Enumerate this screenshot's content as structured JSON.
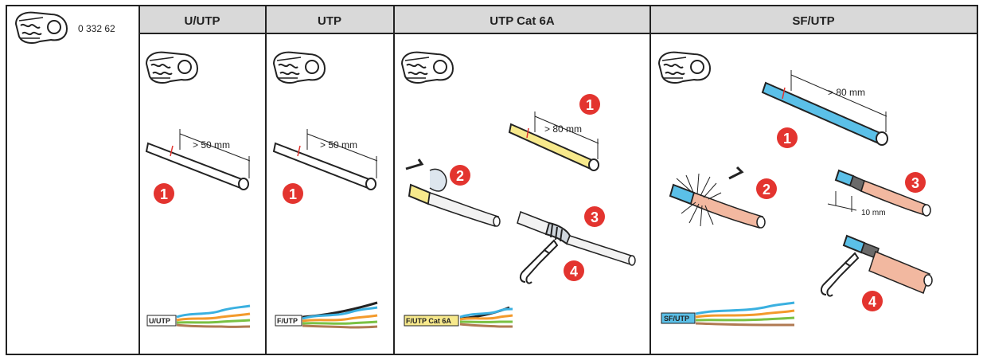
{
  "product_ref": "0 332 62",
  "columns": [
    {
      "header": "U/UTP",
      "length_label": "> 50 mm",
      "steps": [
        "1"
      ],
      "cable_label": "U/UTP"
    },
    {
      "header": "UTP",
      "length_label": "> 50 mm",
      "steps": [
        "1"
      ],
      "cable_label": "F/UTP"
    },
    {
      "header": "UTP Cat 6A",
      "length_label": "> 80 mm",
      "steps": [
        "1",
        "2",
        "3",
        "4"
      ],
      "cable_label": "F/UTP Cat 6A"
    },
    {
      "header": "SF/UTP",
      "length_label": "> 80 mm",
      "dimension_label": "10 mm",
      "steps": [
        "1",
        "2",
        "3",
        "4"
      ],
      "cable_label": "SF/UTP"
    }
  ],
  "colors": {
    "header_bg": "#d9d9d9",
    "step_badge": "#e3342f",
    "foil_yellow": "#f7e98c",
    "shield_blue": "#5bc0e8",
    "copper_pink": "#f2b8a0"
  },
  "icons": [
    "wire-stripper-icon",
    "cutter-icon",
    "cable-icon",
    "arrow-icon"
  ]
}
